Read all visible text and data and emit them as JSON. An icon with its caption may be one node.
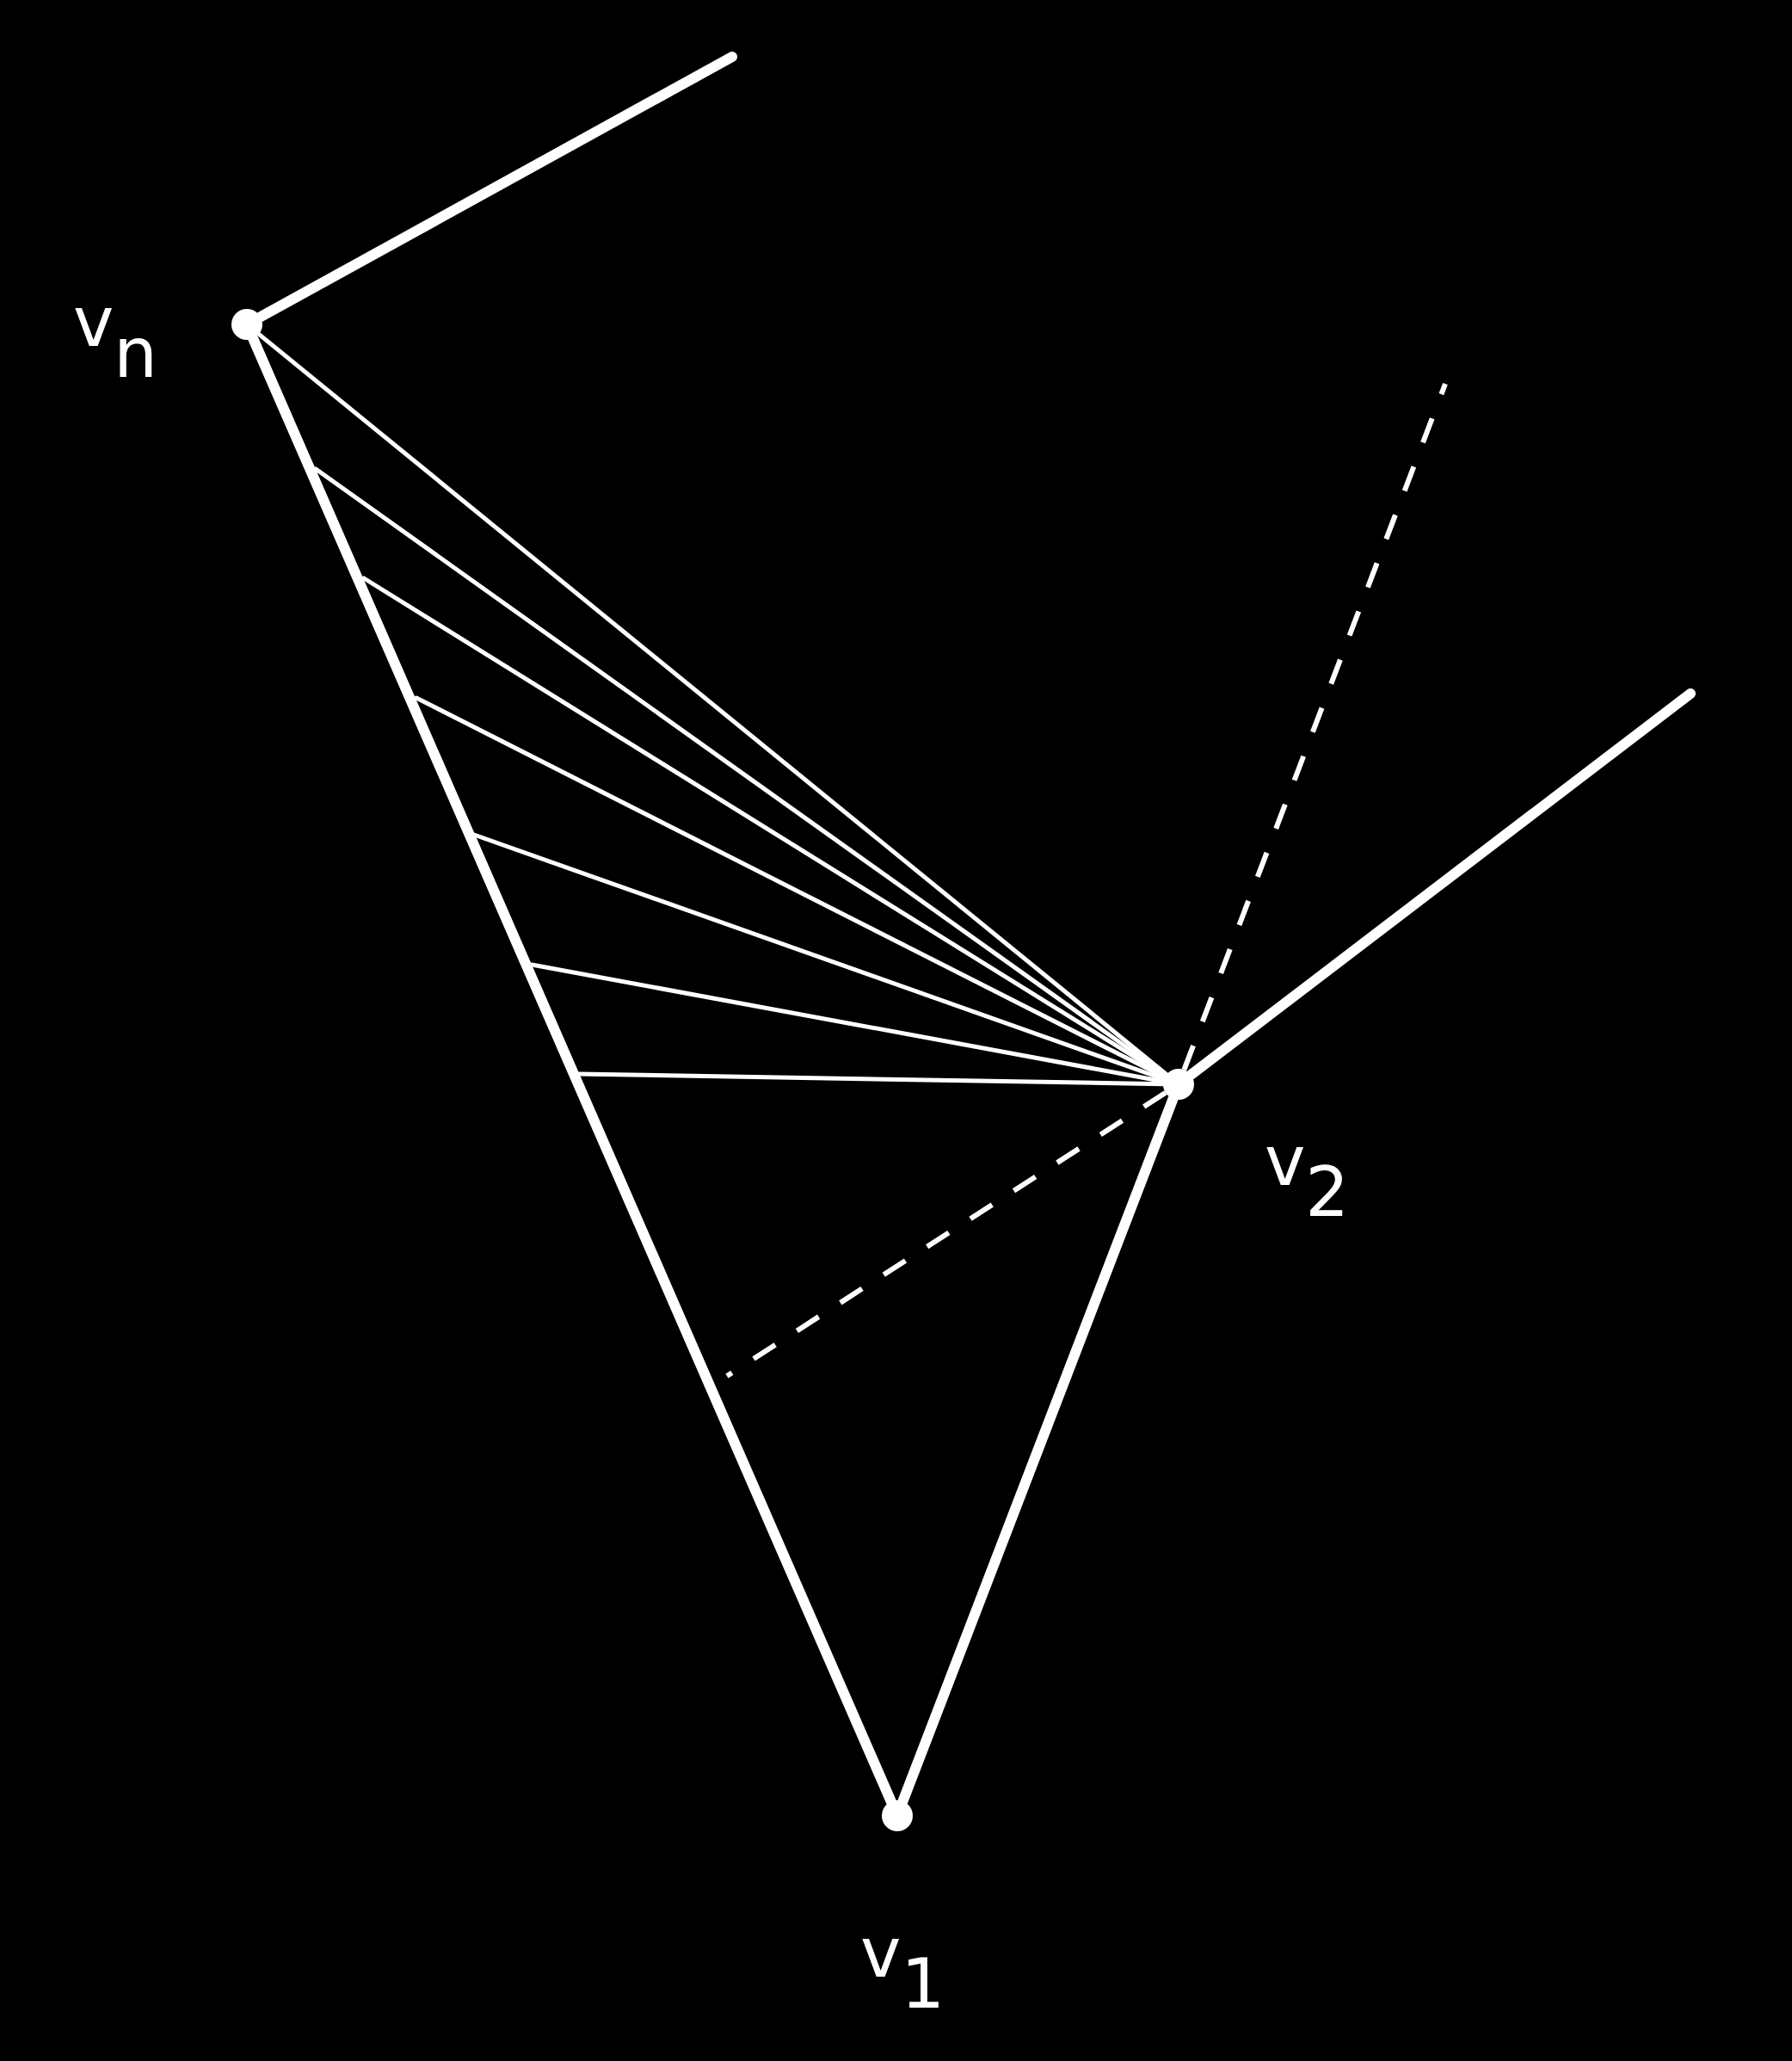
{
  "diagram": {
    "nodes": [
      {
        "text": [],
        "shape": "circle",
        "beside": [
          "v$_{n}$"
        ]
      },
      {
        "text": [],
        "shape": "circle",
        "beside": [
          "v$_{2}$"
        ]
      },
      {
        "text": [],
        "shape": "circle",
        "beside": [
          "v$_{1}$"
        ]
      }
    ],
    "edges": [
      {
        "from": 0,
        "to": null,
        "arrow": "none",
        "style": "thick"
      },
      {
        "from": 0,
        "to": 1,
        "arrow": "none"
      },
      {
        "from": 0,
        "to": 2,
        "arrow": "none",
        "style": "thick"
      },
      {
        "from": 1,
        "to": 2,
        "arrow": "none",
        "style": "thick"
      },
      {
        "from": 1,
        "to": null,
        "arrow": "none"
      },
      {
        "from": 1,
        "to": null,
        "arrow": "none"
      },
      {
        "from": 1,
        "to": null,
        "arrow": "none"
      },
      {
        "from": 1,
        "to": null,
        "arrow": "none"
      },
      {
        "from": 1,
        "to": null,
        "arrow": "none"
      },
      {
        "from": 1,
        "to": null,
        "arrow": "none"
      },
      {
        "from": 1,
        "to": null,
        "arrow": "none",
        "style": "thick"
      },
      {
        "from": 1,
        "to": null,
        "arrow": "none",
        "style": "dashed"
      },
      {
        "from": 1,
        "to": null,
        "arrow": "none",
        "style": "dashed"
      }
    ]
  }
}
